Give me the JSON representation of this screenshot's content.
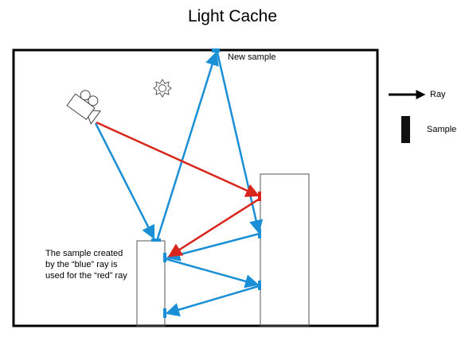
{
  "title": "Light Cache",
  "labels": {
    "new_sample": "New sample",
    "note_line1": "The sample created",
    "note_line2": "by the “blue” ray is",
    "note_line3": "used for the “red” ray"
  },
  "legend": {
    "ray_label": "Ray",
    "sample_label": "Sample"
  },
  "icons": [
    "camera-icon",
    "light-source-icon"
  ],
  "colors": {
    "blue_ray": "#1A8FD6",
    "red_ray": "#D9261C",
    "wall": "#000000",
    "box_outline": "#555555",
    "sample_marker": "#111111"
  }
}
